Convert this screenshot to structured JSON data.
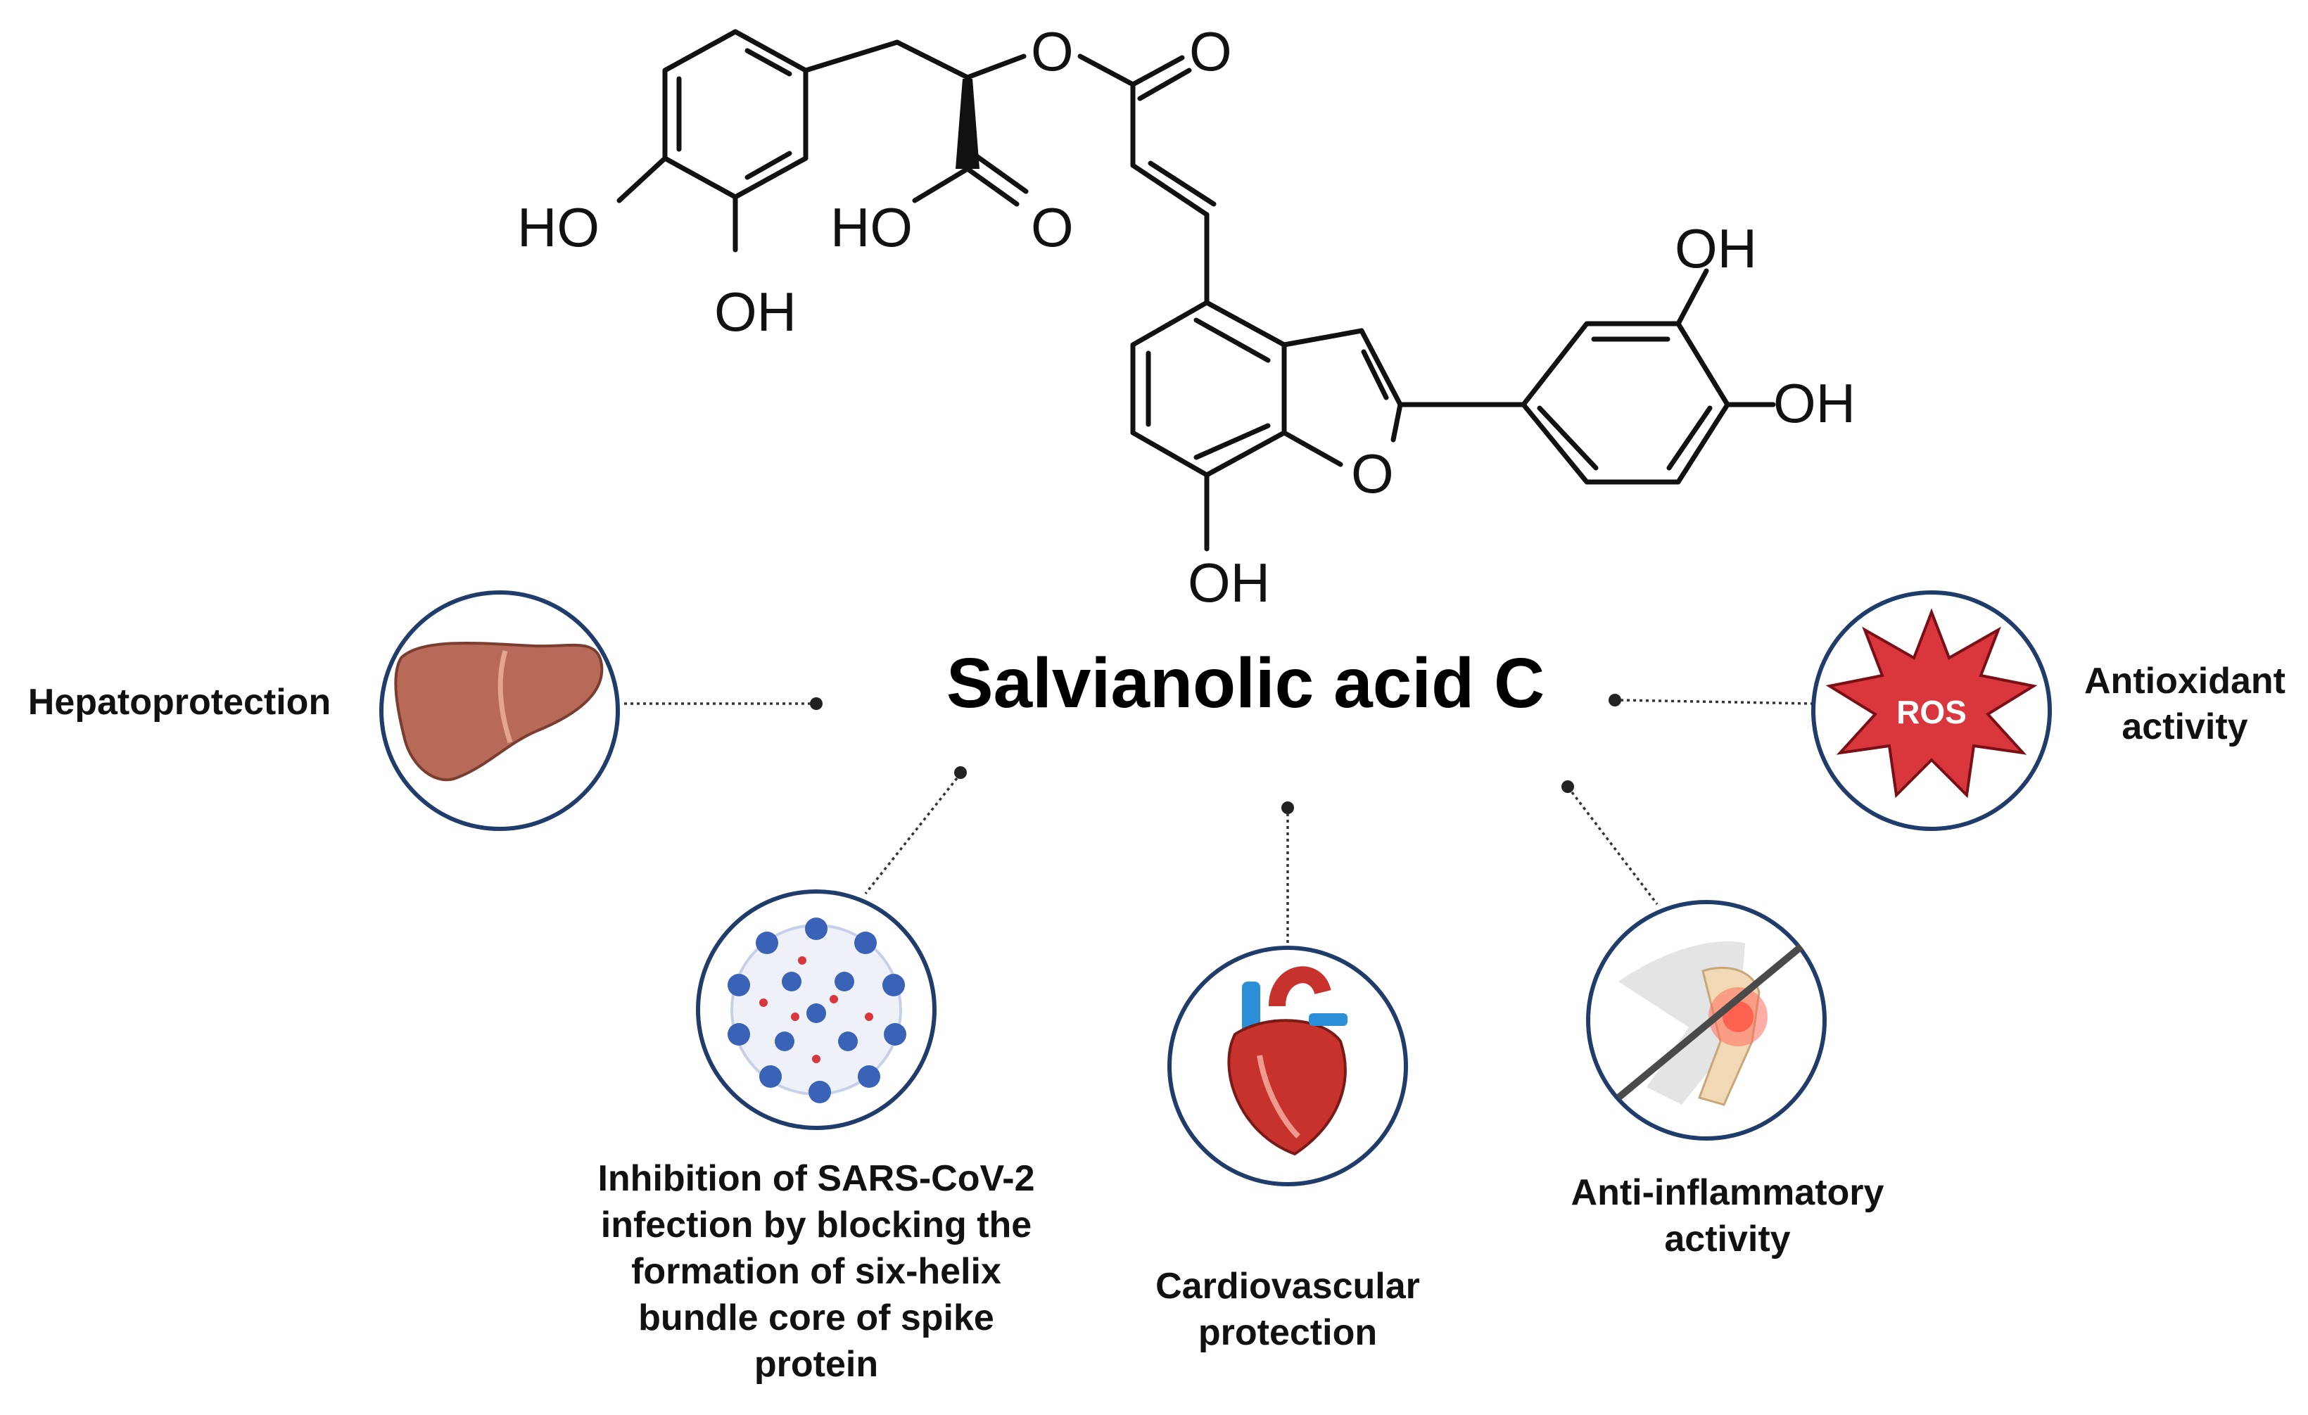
{
  "title": "Salvianolic acid C",
  "atoms": {
    "ho_left": "HO",
    "oh_left": "OH",
    "ho_acid": "HO",
    "o_ester": "O",
    "o_carbonyl": "O",
    "o_acid": "O",
    "oh_top_right": "OH",
    "oh_right": "OH",
    "o_furan": "O",
    "oh_bottom": "OH"
  },
  "effects": {
    "hepatoprotection": {
      "label": [
        "Hepatoprotection"
      ],
      "icon": "liver-icon"
    },
    "antioxidant": {
      "label": [
        "Antioxidant",
        "activity"
      ],
      "icon": "ros-burst-icon",
      "badge": "ROS"
    },
    "sars": {
      "label": [
        "Inhibition of SARS-CoV-2",
        "infection by blocking the",
        "formation of six-helix",
        "bundle core of spike",
        "protein"
      ],
      "icon": "virus-icon"
    },
    "cardio": {
      "label": [
        "Cardiovascular",
        "protection"
      ],
      "icon": "heart-icon"
    },
    "antiinflammatory": {
      "label": [
        "Anti-inflammatory",
        "activity"
      ],
      "icon": "inflamed-knee-icon"
    }
  },
  "colors": {
    "circle_border": "#1f3c6b",
    "liver": "#b86a58",
    "ros": "#d9363e",
    "virus": "#3a63b8",
    "heart": "#c8322d",
    "vessel_blue": "#2a8fd6"
  }
}
